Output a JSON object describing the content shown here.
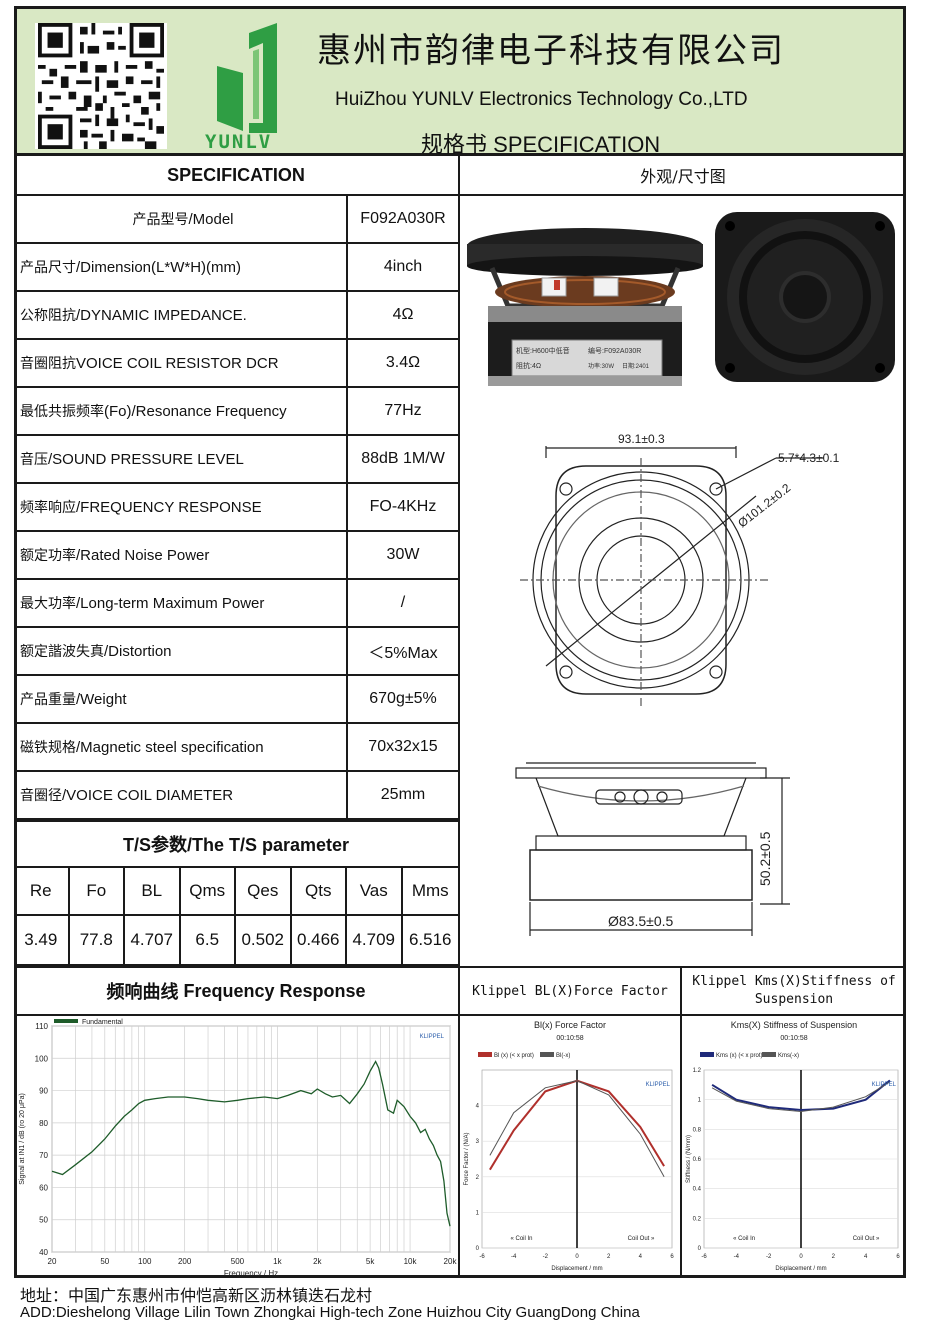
{
  "header": {
    "company_cn": "惠州市韵律电子科技有限公司",
    "company_en": "HuiZhou YUNLV Electronics Technology Co.,LTD",
    "spec_cn": "规格书",
    "spec_en": "SPECIFICATION",
    "logo_text": "YUNLV",
    "bg_color": "#d9e8c4",
    "logo_color": "#2f9e44"
  },
  "spec_header": "SPECIFICATION",
  "drawing_header": "外观/尺寸图",
  "rows": [
    {
      "label_cn": "产品型号",
      "label_en": "/Model",
      "value": "F092A030R"
    },
    {
      "label_cn": "产品尺寸",
      "label_en": "/Dimension(L*W*H)(mm)",
      "value": "4inch"
    },
    {
      "label_cn": "公称阻抗",
      "label_en": "/DYNAMIC IMPEDANCE.",
      "value": "4Ω"
    },
    {
      "label_cn": "音圈阻抗",
      "label_en": "VOICE COIL RESISTOR DCR",
      "value": "3.4Ω"
    },
    {
      "label_cn": "最低共振频率",
      "label_en": "(Fo)/Resonance Frequency",
      "value": "77Hz"
    },
    {
      "label_cn": "音压",
      "label_en": "/SOUND PRESSURE LEVEL",
      "value": "88dB 1M/W"
    },
    {
      "label_cn": "频率响应",
      "label_en": "/FREQUENCY RESPONSE",
      "value": "FO-4KHz"
    },
    {
      "label_cn": "额定功率",
      "label_en": "/Rated Noise Power",
      "value": "30W"
    },
    {
      "label_cn": "最大功率",
      "label_en": "/Long-term Maximum Power",
      "value": "/"
    },
    {
      "label_cn": "额定諧波失真",
      "label_en": "/Distortion",
      "value": "＜5%Max"
    },
    {
      "label_cn": "产品重量",
      "label_en": "/Weight",
      "value": "670g±5%"
    },
    {
      "label_cn": "磁铁规格",
      "label_en": "/Magnetic steel specification",
      "value": "70x32x15"
    },
    {
      "label_cn": "音圈径",
      "label_en": "/VOICE COIL DIAMETER",
      "value": "25mm"
    }
  ],
  "ts": {
    "title": "T/S参数/The T/S parameter",
    "headers": [
      "Re",
      "Fo",
      "BL",
      "Qms",
      "Qes",
      "Qts",
      "Vas",
      "Mms"
    ],
    "values": [
      "3.49",
      "77.8",
      "4.707",
      "6.5",
      "0.502",
      "0.466",
      "4.709",
      "6.516"
    ]
  },
  "drawing": {
    "label_plate_1": "机型:H600中低音",
    "label_plate_2": "编号:F092A030R",
    "label_plate_3": "阻抗:4Ω",
    "label_plate_4": "功率:30W",
    "label_plate_5": "日期:2401",
    "dim_width": "93.1±0.3",
    "dim_hole": "5.7*4.3±0.1",
    "dim_circle": "Ø101.2±0.2",
    "dim_height": "50.2±0.5",
    "dim_base": "Ø83.5±0.5"
  },
  "fr": {
    "title_cn": "频响曲线",
    "title_en": "Frequency Response",
    "legend": "Fundamental",
    "brand": "KLIPPEL",
    "ylabel": "Signal at IN1 / dB (ro 20 μPa)",
    "xlabel": "Frequency / Hz"
  },
  "bl": {
    "head": "Klippel BL(X)Force Factor",
    "title": "Bl(x) Force Factor",
    "time": "00:10:58",
    "legend1": "Bl (x) (< x prot)",
    "legend2": "Bl(-x)",
    "brand": "KLIPPEL",
    "ylabel": "Force Factor / (N/A)",
    "xlabel": "Displacement / mm",
    "coil_in": "« Coil In",
    "coil_out": "Coil Out »"
  },
  "kms": {
    "head": "Klippel Kms(X)Stiffness of Suspension",
    "title": "Kms(X) Stiffness of Suspension",
    "time": "00:10:58",
    "legend1": "Kms (x) (< x prot)",
    "legend2": "Kms(-x)",
    "brand": "KLIPPEL",
    "ylabel": "Stiffness / (N/mm)",
    "xlabel": "Displacement / mm",
    "coil_in": "« Coil In",
    "coil_out": "Coil Out »"
  },
  "chart_data": [
    {
      "type": "line",
      "title": "",
      "xlabel": "Frequency / Hz",
      "ylabel": "Signal at IN1 / dB (ro 20 μPa)",
      "x_scale": "log",
      "xlim": [
        20,
        20000
      ],
      "ylim": [
        40,
        110
      ],
      "x_ticks": [
        "20",
        "50",
        "100",
        "200",
        "500",
        "1k",
        "2k",
        "5k",
        "10k",
        "20k"
      ],
      "y_ticks": [
        40,
        50,
        60,
        70,
        80,
        90,
        100,
        110
      ],
      "grid": true,
      "legend": "top-left",
      "series": [
        {
          "name": "Fundamental",
          "color": "#1e5c2a",
          "x": [
            20,
            24,
            30,
            40,
            50,
            60,
            70,
            80,
            90,
            100,
            120,
            150,
            200,
            250,
            300,
            400,
            500,
            600,
            800,
            1000,
            1200,
            1500,
            1800,
            2000,
            2300,
            2600,
            3000,
            3500,
            4000,
            4500,
            5000,
            5500,
            5800,
            6200,
            6800,
            7500,
            8000,
            9000,
            10000,
            11000,
            12000,
            13000,
            14000,
            15000,
            16000,
            17000,
            18000,
            19000,
            20000
          ],
          "y": [
            65,
            64,
            67,
            71,
            75,
            79,
            82,
            84,
            86,
            87,
            87.5,
            88,
            88,
            87.5,
            87,
            86.5,
            87,
            87.5,
            88,
            87.5,
            88.5,
            90,
            89,
            90.5,
            89,
            88,
            88.5,
            86,
            89,
            92,
            96,
            99,
            97,
            92,
            84,
            83,
            87,
            85,
            82,
            80,
            77,
            78,
            75,
            73,
            70,
            68,
            62,
            52,
            48
          ]
        }
      ]
    },
    {
      "type": "line",
      "title": "Bl(x) Force Factor",
      "xlabel": "Displacement / mm",
      "ylabel": "Force Factor / (N/A)",
      "xlim": [
        -6,
        6
      ],
      "ylim": [
        0,
        5
      ],
      "x_ticks": [
        -6,
        -4,
        -2,
        0,
        2,
        4,
        6
      ],
      "y_ticks": [
        0,
        1,
        2,
        3,
        4
      ],
      "legend": "top-left",
      "series": [
        {
          "name": "Bl (x) (< x prot)",
          "color": "#b0302c",
          "x": [
            -5.5,
            -4,
            -2,
            0,
            2,
            4,
            5.5
          ],
          "y": [
            2.2,
            3.3,
            4.4,
            4.7,
            4.4,
            3.4,
            2.3
          ]
        },
        {
          "name": "Bl(-x)",
          "color": "#555555",
          "x": [
            -5.5,
            -4,
            -2,
            0,
            2,
            4,
            5.5
          ],
          "y": [
            2.6,
            3.8,
            4.5,
            4.7,
            4.3,
            3.2,
            2.0
          ]
        }
      ]
    },
    {
      "type": "line",
      "title": "Kms(X) Stiffness of Suspension",
      "xlabel": "Displacement / mm",
      "ylabel": "Stiffness / (N/mm)",
      "xlim": [
        -6,
        6
      ],
      "ylim": [
        0,
        1.2
      ],
      "x_ticks": [
        -6,
        -4,
        -2,
        0,
        2,
        4,
        6
      ],
      "y_ticks": [
        0,
        0.2,
        0.4,
        0.6,
        0.8,
        1.0,
        1.2
      ],
      "legend": "top-left",
      "series": [
        {
          "name": "Kms (x) (< x prot)",
          "color": "#1f2a7a",
          "x": [
            -5.5,
            -4,
            -2,
            0,
            2,
            4,
            5.5
          ],
          "y": [
            1.1,
            1.0,
            0.95,
            0.93,
            0.94,
            1.0,
            1.13
          ]
        },
        {
          "name": "Kms(-x)",
          "color": "#555555",
          "x": [
            -5.5,
            -4,
            -2,
            0,
            2,
            4,
            5.5
          ],
          "y": [
            1.08,
            0.99,
            0.94,
            0.92,
            0.95,
            1.02,
            1.12
          ]
        }
      ]
    }
  ],
  "address": {
    "cn": "地址：中国广东惠州市仲恺高新区沥林镇迭石龙村",
    "en": "ADD:Dieshelong Village Lilin  Town Zhongkai High-tech Zone Huizhou City GuangDong China"
  }
}
